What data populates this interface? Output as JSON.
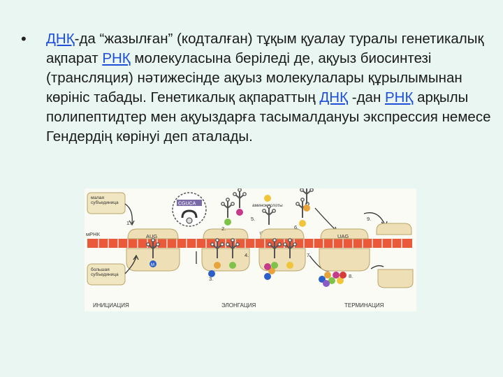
{
  "slide": {
    "bullet": "•",
    "text": {
      "link_dnk_1": "ДНҚ",
      "seg1": "-да “жазылған” (кодталған) тұқым қуалау туралы генетикалық ақпарат ",
      "link_rnk_1": "РНҚ",
      "seg2": " молекуласына беріледі де, ақуыз биосинтезі (трансляция) нәтижесінде ақуыз молекулалары құрылымынан көрініс табады. Генетикалық ақпараттың ",
      "link_dnk_2": "ДНҚ",
      "seg3": " -дан ",
      "link_rnk_2": "РНҚ",
      "seg4": " арқылы полипептидтер мен ақуыздарға тасымалдануы экспрессия немесе Гендердің көрінуі деп аталады."
    },
    "colors": {
      "background": "#eaf6f2",
      "link": "#1f4fd8",
      "ribosome": "#eedfb6",
      "mrna": "#e85a3a"
    }
  },
  "figure": {
    "labels": {
      "small_subunit": "малая\nсубъединица",
      "mrna": "мРНК",
      "large_subunit": "большая\nсубъединица",
      "aminoacids": "аминокислоты",
      "trna": "тРНК",
      "codon_start": "AUG",
      "codon_stop": "UAG",
      "codon_bubble": "CGUCA",
      "met": "M",
      "step1": "1.",
      "step2": "2.",
      "step3": "3.",
      "step4": "4.",
      "step5": "5.",
      "step6": "6.",
      "step7": "7.",
      "step8": "8.",
      "step9": "9."
    },
    "phases": {
      "initiation": "ИНИЦИАЦИЯ",
      "elongation": "ЭЛОНГАЦИЯ",
      "termination": "ТЕРМИНАЦИЯ"
    }
  }
}
